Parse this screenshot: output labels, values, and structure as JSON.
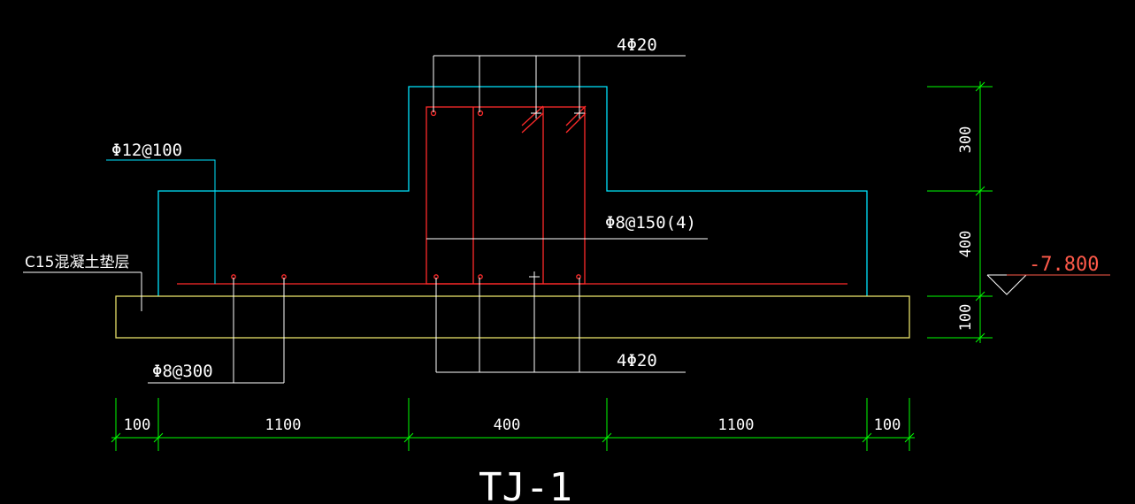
{
  "drawing": {
    "title": "TJ-1",
    "labels": {
      "top_rebar": "4Φ20",
      "bottom_rebar": "4Φ20",
      "side_rebar": "Φ12@100",
      "stirrup": "Φ8@150(4)",
      "distribution_rebar": "Φ8@300",
      "cushion": "C15混凝土垫层",
      "elevation": "-7.800"
    },
    "horizontal_dimensions": [
      "100",
      "1100",
      "400",
      "1100",
      "100"
    ],
    "vertical_dimensions": [
      "300",
      "400",
      "100"
    ],
    "colors": {
      "background": "#000000",
      "concrete_outline": "#00e5ff",
      "rebar": "#ff2a2a",
      "cushion_outline": "#e8e06a",
      "dimension": "#00ff00",
      "text": "#ffffff",
      "leader": "#ffffff",
      "elevation": "#ff5a4a"
    }
  }
}
